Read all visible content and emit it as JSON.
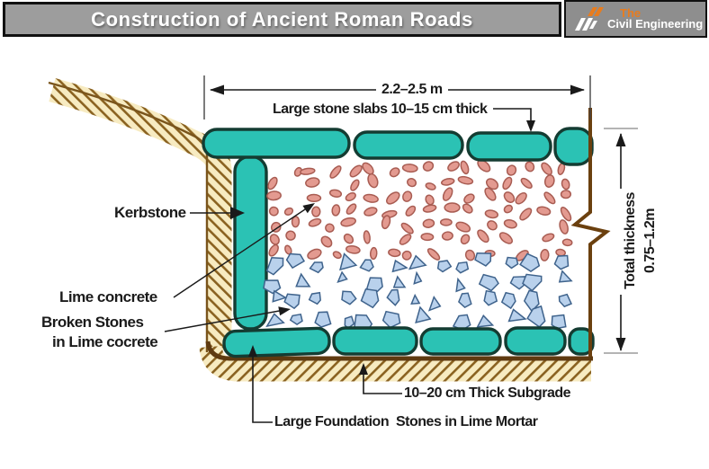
{
  "header": {
    "title": "Construction of Ancient Roman Roads",
    "logo": {
      "top": "The",
      "bottom": "Civil Engineering"
    }
  },
  "dimensions": {
    "road_width": "2.2–2.5 m",
    "total_thickness_line1": "Total thickness",
    "total_thickness_line2": "0.75–1.2m"
  },
  "labels": {
    "slabs": "Large stone slabs 10–15 cm thick",
    "kerbstone": "Kerbstone",
    "lime_concrete": "Lime concrete",
    "broken_stones_line1": "Broken Stones",
    "broken_stones_line2": "in Lime cocrete",
    "subgrade": "10–20 cm Thick Subgrade",
    "foundation": "Large Foundation  Stones in Lime Mortar"
  },
  "colors": {
    "stone_teal": "#2bc2b4",
    "stone_outline": "#143c32",
    "lime_dot_fill": "#e39a90",
    "lime_dot_stroke": "#a85c52",
    "broken_fill": "#b9d1ec",
    "broken_stroke": "#3f638c",
    "earth_fill": "#f7ebc1",
    "earth_line": "#8a6220",
    "wall_brown": "#6b400f",
    "line_dark": "#1a1a1a",
    "logo_orange": "#e87c1e"
  }
}
